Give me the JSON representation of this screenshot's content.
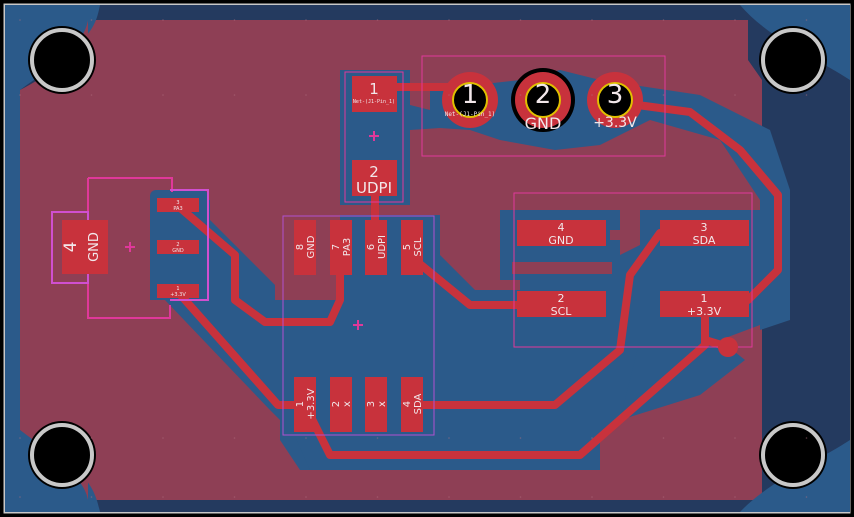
{
  "pads": {
    "r1_pin1": {
      "num": "1",
      "net": "Net-(J1-Pin_1)"
    },
    "r1_pin2": {
      "num": "2",
      "net": "UDPI"
    },
    "j1_pin1": {
      "num": "1",
      "net": "Net-(J1-Pin_1)"
    },
    "j1_pin2": {
      "num": "2",
      "net": "GND"
    },
    "j1_pin3": {
      "num": "3",
      "net": "+3.3V"
    },
    "c1_pin1": {
      "num": "1",
      "net": "+3.3V"
    },
    "c1_pin2": {
      "num": "2",
      "net": "GND"
    },
    "c1_pin3": {
      "num": "3",
      "net": "PA3"
    },
    "c1_pin4": {
      "num": "4",
      "net": "GND"
    },
    "u1_pin1": {
      "num": "1",
      "net": "+3.3V"
    },
    "u1_pin2": {
      "num": "2",
      "net": "x"
    },
    "u1_pin3": {
      "num": "3",
      "net": "x"
    },
    "u1_pin4": {
      "num": "4",
      "net": "SDA"
    },
    "u1_pin5": {
      "num": "5",
      "net": "SCL"
    },
    "u1_pin6": {
      "num": "6",
      "net": "UDPI"
    },
    "u1_pin7": {
      "num": "7",
      "net": "PA3"
    },
    "u1_pin8": {
      "num": "8",
      "net": "GND"
    },
    "j2_pin1": {
      "num": "1",
      "net": "+3.3V"
    },
    "j2_pin2": {
      "num": "2",
      "net": "SCL"
    },
    "j2_pin3": {
      "num": "3",
      "net": "SDA"
    },
    "j2_pin4": {
      "num": "4",
      "net": "GND"
    }
  },
  "colors": {
    "background": "#000000",
    "board_fill": "#8e3f55",
    "edge_cuts": "#c8c8c8",
    "ground_pour": "#2b5a8a",
    "copper": "#c8323c",
    "silkscreen": "#e0389a",
    "courtyard": "#d04fd0",
    "drill": "#e0c000"
  },
  "icons": {
    "mounting_hole": "mounting-hole-icon",
    "via": "via-icon"
  }
}
